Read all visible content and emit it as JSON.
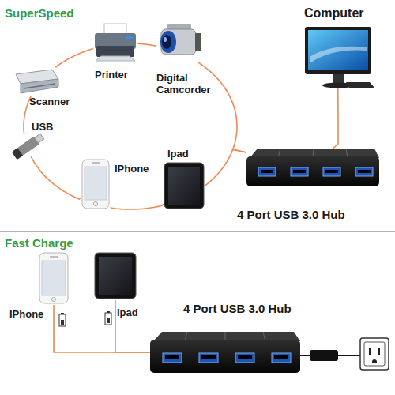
{
  "diagram": {
    "nodes": [
      {
        "text": [
          "Printer"
        ]
      },
      {
        "text": [
          "Digital Camcorder"
        ]
      },
      {
        "text": [
          "Computer"
        ]
      },
      {
        "text": [
          "Scanner"
        ]
      },
      {
        "text": [
          "USB"
        ]
      },
      {
        "text": [
          "IPhone"
        ]
      },
      {
        "text": [
          "Ipad"
        ]
      },
      {
        "text": [
          "4 Port USB 3.0 Hub"
        ]
      },
      {
        "text": [
          "IPhone"
        ]
      },
      {
        "text": [
          "Ipad"
        ]
      },
      {
        "text": [
          "4 Port USB 3.0 Hub"
        ]
      }
    ],
    "edges": [
      {
        "from": 3,
        "to": 0,
        "arrow": "none"
      },
      {
        "from": 0,
        "to": 1,
        "arrow": "none"
      },
      {
        "from": 1,
        "to": 7,
        "arrow": "none"
      },
      {
        "from": 7,
        "to": 6,
        "arrow": "none"
      },
      {
        "from": 6,
        "to": 5,
        "arrow": "none"
      },
      {
        "from": 5,
        "to": 4,
        "arrow": "none"
      },
      {
        "from": 4,
        "to": 3,
        "arrow": "none"
      },
      {
        "from": 2,
        "to": 7,
        "arrow": "none"
      },
      {
        "from": 8,
        "to": 10,
        "arrow": "none"
      },
      {
        "from": 9,
        "to": 10,
        "arrow": "none"
      }
    ],
    "labels": [
      "SuperSpeed",
      "Fast Charge"
    ]
  }
}
